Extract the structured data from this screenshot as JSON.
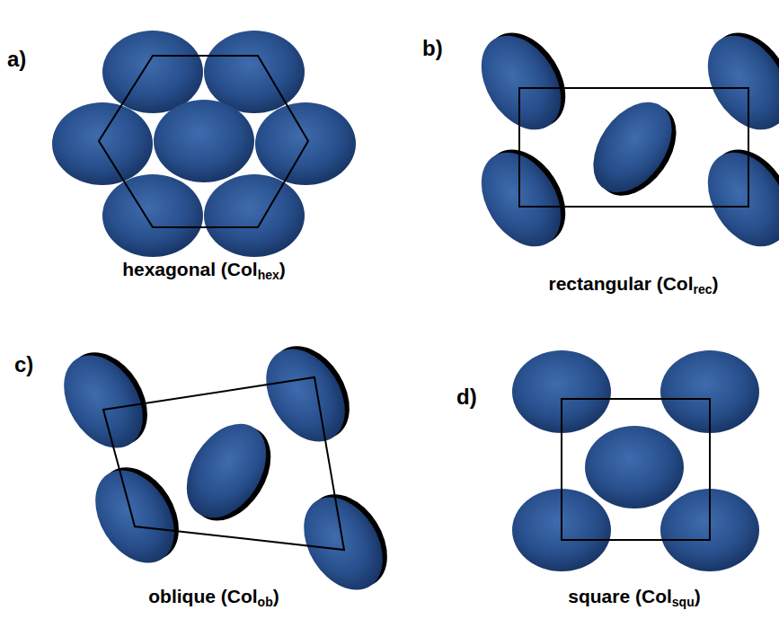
{
  "diagram": {
    "labels": [
      "a)",
      "hexagonal (Col",
      "hex",
      ")",
      "b)",
      "rectangular (Col",
      "rec",
      ")",
      "c)",
      "oblique (Col",
      "ob",
      ")",
      "d)",
      "square (Col",
      "squ",
      ")"
    ]
  }
}
